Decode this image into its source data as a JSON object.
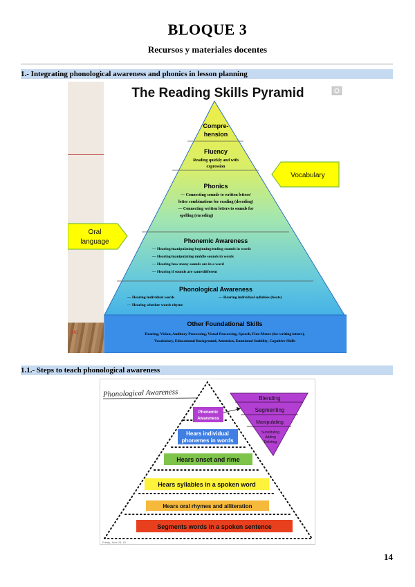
{
  "header": {
    "title": "BLOQUE 3",
    "subtitle": "Recursos y materiales docentes"
  },
  "sections": [
    {
      "heading": "1.- Integrating phonological awareness and phonics in lesson planning"
    },
    {
      "heading": "1.1.- Steps to teach phonological awareness"
    }
  ],
  "figure1": {
    "title": "The Reading Skills Pyramid",
    "callout_right": "Vocabulary",
    "callout_left_line1": "Oral",
    "callout_left_line2": "language",
    "corner_mark": "IMG",
    "levels": {
      "comprehension": {
        "line1": "Compre-",
        "line2": "hension"
      },
      "fluency": {
        "title": "Fluency",
        "d1": "Reading quickly and with",
        "d2": "expression"
      },
      "phonics": {
        "title": "Phonics",
        "d1": "— Connecting sounds to written letters/",
        "d2": "letter combinations for reading (decoding)",
        "d3": "— Connecting written letters to sounds for",
        "d4": "spelling (encoding)"
      },
      "phonemic": {
        "title": "Phonemic Awareness",
        "d1": "— Hearing/manipulating beginning/ending sounds in words",
        "d2": "— Hearing/manipulating middle sounds in words",
        "d3": "— Hearing how many sounds are in a word",
        "d4": "— Hearing if sounds are same/different"
      },
      "phonological": {
        "title": "Phonological Awareness",
        "d1": "— Hearing individual words",
        "d2": "— Hearing individual syllables (beats)",
        "d3": "— Hearing whether words rhyme"
      },
      "foundational": {
        "title": "Other Foundational Skills",
        "d1": "Hearing, Vision, Auditory Processing, Visual Processing, Speech, Fine-Motor (for writing letters),",
        "d2": "Vocabulary, Educational Background, Attention, Emotional Stability, Cognitive Skills"
      }
    },
    "colors": {
      "top": "#eeee44",
      "middle": "#9fe3b9",
      "bottom": "#3a8ee8",
      "callout": "#ffff00",
      "callout_border": "#7fbf3f"
    }
  },
  "figure2": {
    "title": "Phonological Awareness",
    "caption": "Friday, June 23, 15",
    "levels": [
      {
        "label": "Phonemic",
        "label2": "Awareness",
        "color": "#b23fd1"
      },
      {
        "label": "Hears individual",
        "label2": "phonemes in words",
        "color": "#3f7fe3"
      },
      {
        "label": "Hears onset and rime",
        "color": "#7ec34a"
      },
      {
        "label": "Hears syllables in a spoken word",
        "color": "#fff23a"
      },
      {
        "label": "Hears oral rhymes and alliteration",
        "color": "#f6b93c"
      },
      {
        "label": "Segments words in a spoken sentence",
        "color": "#e8401f"
      }
    ],
    "triangle": {
      "items": [
        "Blending",
        "Segmenting",
        "Manipulating"
      ],
      "sub_line1": "Substituting",
      "sub_line2": "Adding",
      "sub_line3": "Deleting",
      "color": "#b23fd1"
    }
  },
  "footer": {
    "page_number": "14"
  }
}
